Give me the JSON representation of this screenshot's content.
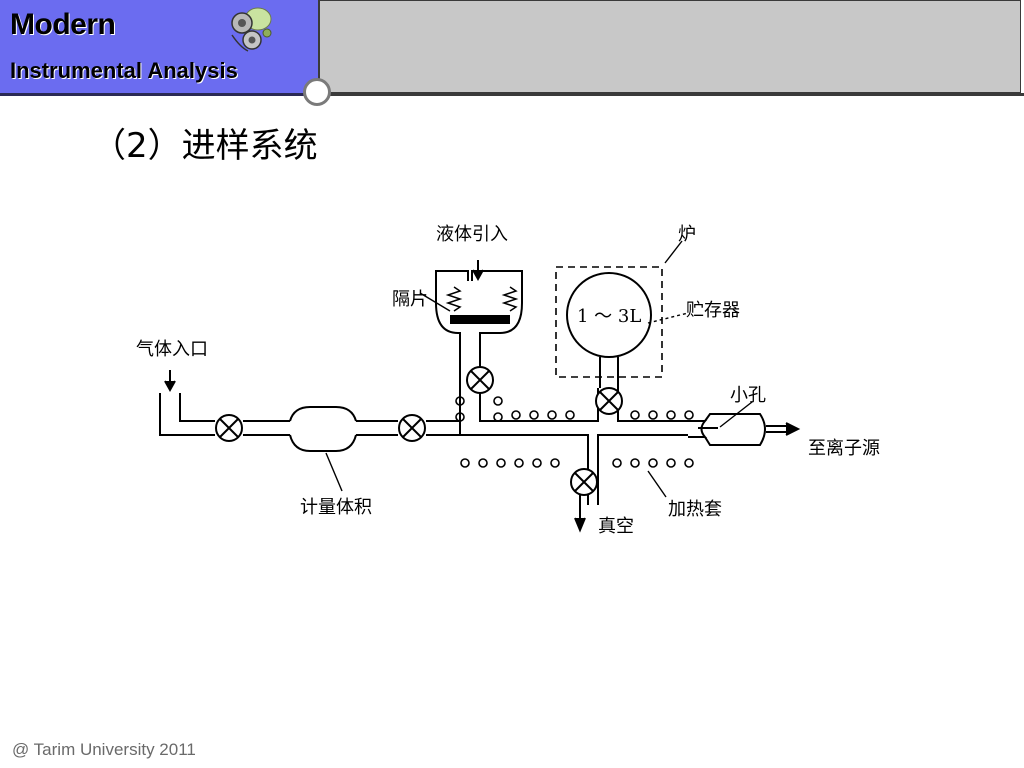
{
  "header": {
    "title": "Modern",
    "subtitle": "Instrumental Analysis"
  },
  "section": {
    "heading": "（2）进样系统"
  },
  "diagram": {
    "labels": {
      "liquid_inlet": "液体引入",
      "furnace": "炉",
      "septum": "隔片",
      "volume": "1 ～ 3L",
      "reservoir": "贮存器",
      "gas_inlet": "气体入口",
      "pinhole": "小孔",
      "to_ion_source": "至离子源",
      "metering_volume": "计量体积",
      "vacuum": "真空",
      "heating_jacket": "加热套"
    }
  },
  "footer": {
    "text": "@ Tarim University 2011"
  },
  "colors": {
    "header_bg": "#6b6cf0",
    "top_bar": "#c8c8c8"
  }
}
